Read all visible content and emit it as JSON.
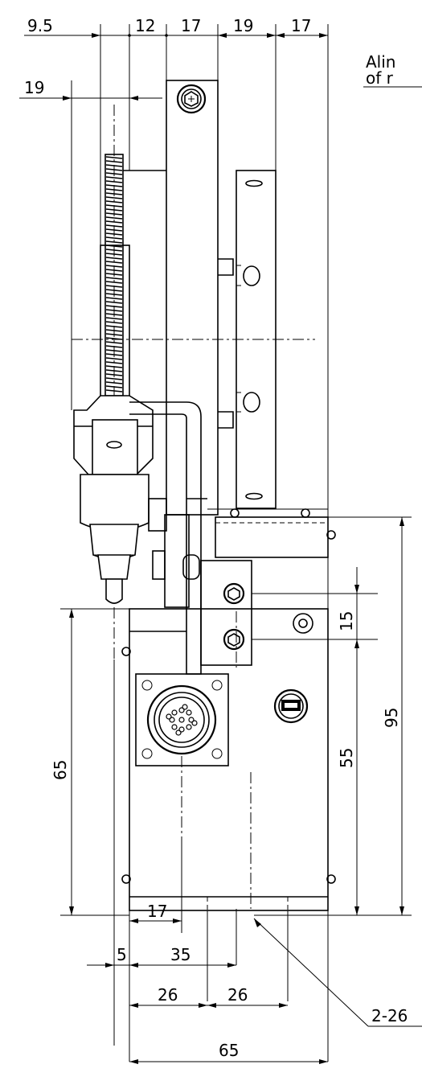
{
  "drawing": {
    "note_line1": "Alin",
    "note_line2": "of r",
    "callout": "2-26"
  },
  "dimensions": {
    "top": [
      "9.5",
      "12",
      "17",
      "19",
      "17"
    ],
    "left_top": "19",
    "left_65": "65",
    "right_95": "95",
    "right_15": "15",
    "right_55": "55",
    "bottom_17": "17",
    "bottom_5": "5",
    "bottom_35": "35",
    "bottom_26a": "26",
    "bottom_26b": "26",
    "bottom_65": "65"
  }
}
